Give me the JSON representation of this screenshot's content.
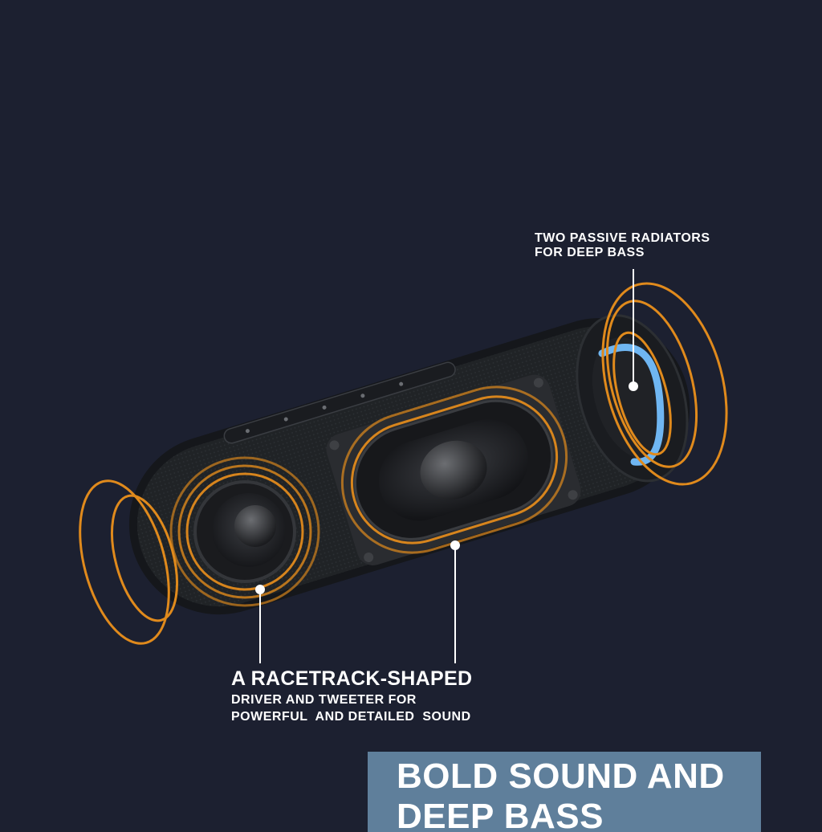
{
  "callouts": {
    "radiators": {
      "line1": "TWO PASSIVE RADIATORS",
      "line2": "FOR DEEP BASS"
    },
    "driver": {
      "headline": "A RACETRACK-SHAPED",
      "line1": "DRIVER AND TWEETER FOR",
      "line2": "POWERFUL  AND DETAILED  SOUND"
    }
  },
  "banner": {
    "line1": "BOLD SOUND AND",
    "line2": "DEEP BASS"
  },
  "colors": {
    "background": "#1c2030",
    "sound_wave": "#e08a1c",
    "accent_light": "#6fb6f2",
    "banner": "#5f7f9b"
  }
}
